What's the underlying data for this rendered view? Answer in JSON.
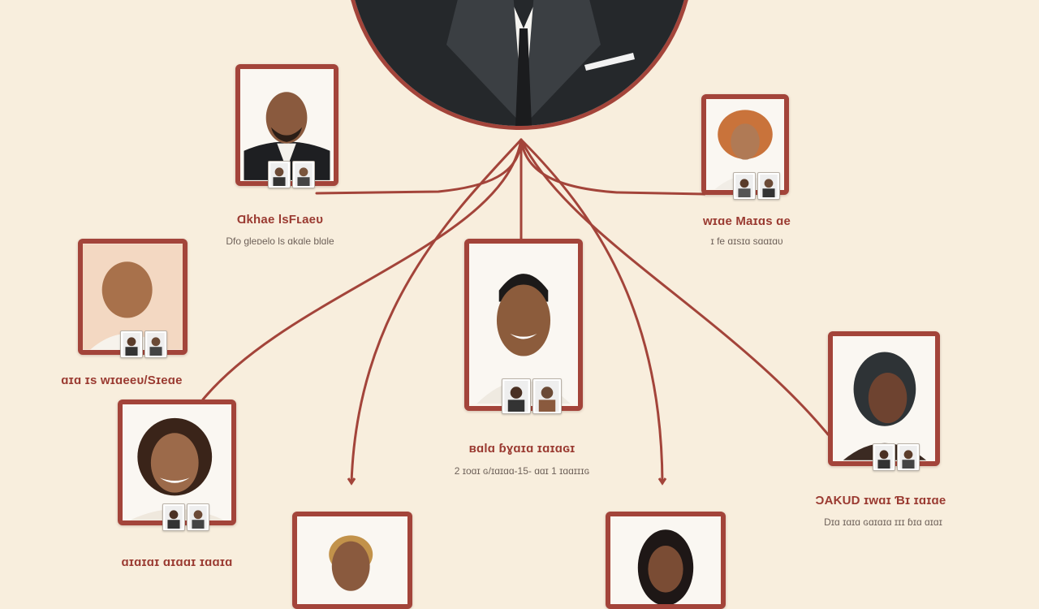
{
  "colors": {
    "background": "#f8eedd",
    "accent": "#a3443a",
    "card_bg": "#fbf6ee",
    "name_text": "#9a3a31",
    "desc_text": "#6f625a"
  },
  "root": {
    "icon": "tuxedo-portrait-icon"
  },
  "nodes": [
    {
      "id": "top-left",
      "name": "Ɑkhae lsFʟaeᴜ",
      "desc": "Dfo gleᴅelo ls ɑkɑle blɑle",
      "icon": "bald-man-portrait-icon"
    },
    {
      "id": "top-right",
      "name": "wɪɑe Maɪɑs ɑe",
      "desc": "ɪ fe ɑɪsɪɑ sɑɑɪɑᴜ",
      "icon": "curly-hair-woman-portrait-icon"
    },
    {
      "id": "mid-left",
      "name": "ɑɪɑ ɪs wɪɑeeᴜ/Sɪeɑe",
      "desc": "",
      "icon": "smiling-man-portrait-icon"
    },
    {
      "id": "center",
      "name": "ʙɑlɑ ɓɣɑɪɑ ɪɑɪɑɢɪ",
      "desc": "2 ɪoɑɪ ɢ/ɪɑɪɑɑ-15- ɑɑɪ 1 ɪɑɑɪɪɪɢ",
      "icon": "grinning-man-portrait-icon"
    },
    {
      "id": "right",
      "name": "ƆAKUD ɪwɑɪ Ɓɪ ɪɑɪɑe",
      "desc": "Dɪɑ ɪɑɪɑ ɢɑɪɑɪɑ ɪɪɪ ɓɪɑ ɑɪɑɪ",
      "icon": "braided-hair-woman-portrait-icon"
    },
    {
      "id": "low-left",
      "name": "ɑɪɑɪɑɪ ɑɪɑɑɪ ɪɑɑɪɑ",
      "desc": "",
      "icon": "wavy-hair-woman-portrait-icon"
    },
    {
      "id": "bottom-center-left",
      "name": "",
      "desc": "",
      "icon": "short-hair-woman-portrait-icon"
    },
    {
      "id": "bottom-center-right",
      "name": "",
      "desc": "",
      "icon": "long-hair-woman-portrait-icon"
    }
  ]
}
